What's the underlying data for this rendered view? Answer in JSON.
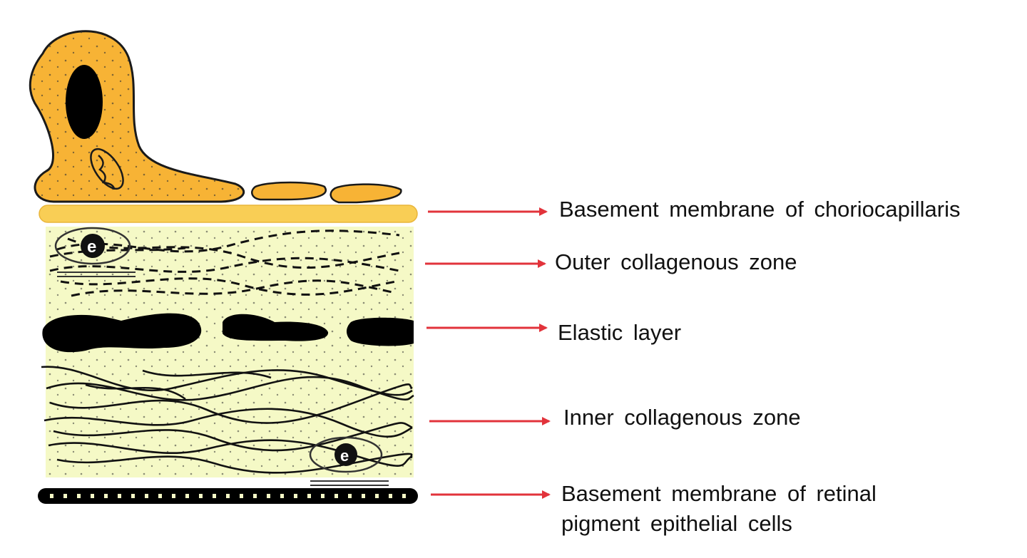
{
  "diagram": {
    "title": "",
    "colors": {
      "cell": "#F7B335",
      "basement_choriocapillaris": "#F9CE55",
      "matrix": "#F5F9C6",
      "arrow": "#E2333B",
      "fiber": "#111111"
    },
    "labels": [
      {
        "id": "basement-choriocapillaris",
        "text": "Basement membrane of choriocapillaris"
      },
      {
        "id": "outer-collagenous",
        "text": "Outer collagenous zone"
      },
      {
        "id": "elastic-layer",
        "text": "Elastic layer"
      },
      {
        "id": "inner-collagenous",
        "text": "Inner collagenous zone"
      },
      {
        "id": "basement-rpe-line1",
        "text": "Basement membrane of retinal"
      },
      {
        "id": "basement-rpe-line2",
        "text": "pigment epithelial cells"
      }
    ]
  }
}
